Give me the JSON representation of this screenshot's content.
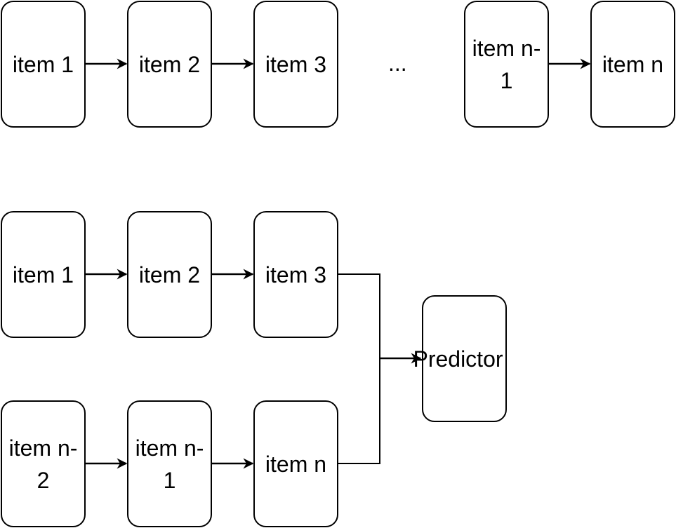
{
  "top_row": {
    "nodes": [
      {
        "label": "item 1"
      },
      {
        "label": "item 2"
      },
      {
        "label": "item 3"
      },
      {
        "label": "item n-1"
      },
      {
        "label": "item n"
      }
    ],
    "ellipsis": "..."
  },
  "bottom_section": {
    "upper_chain": [
      {
        "label": "item 1"
      },
      {
        "label": "item 2"
      },
      {
        "label": "item 3"
      }
    ],
    "lower_chain": [
      {
        "label": "item n-2"
      },
      {
        "label": "item n-1"
      },
      {
        "label": "item n"
      }
    ],
    "predictor": {
      "label": "Predictor"
    }
  },
  "colors": {
    "stroke": "#000000",
    "fill": "#ffffff"
  }
}
